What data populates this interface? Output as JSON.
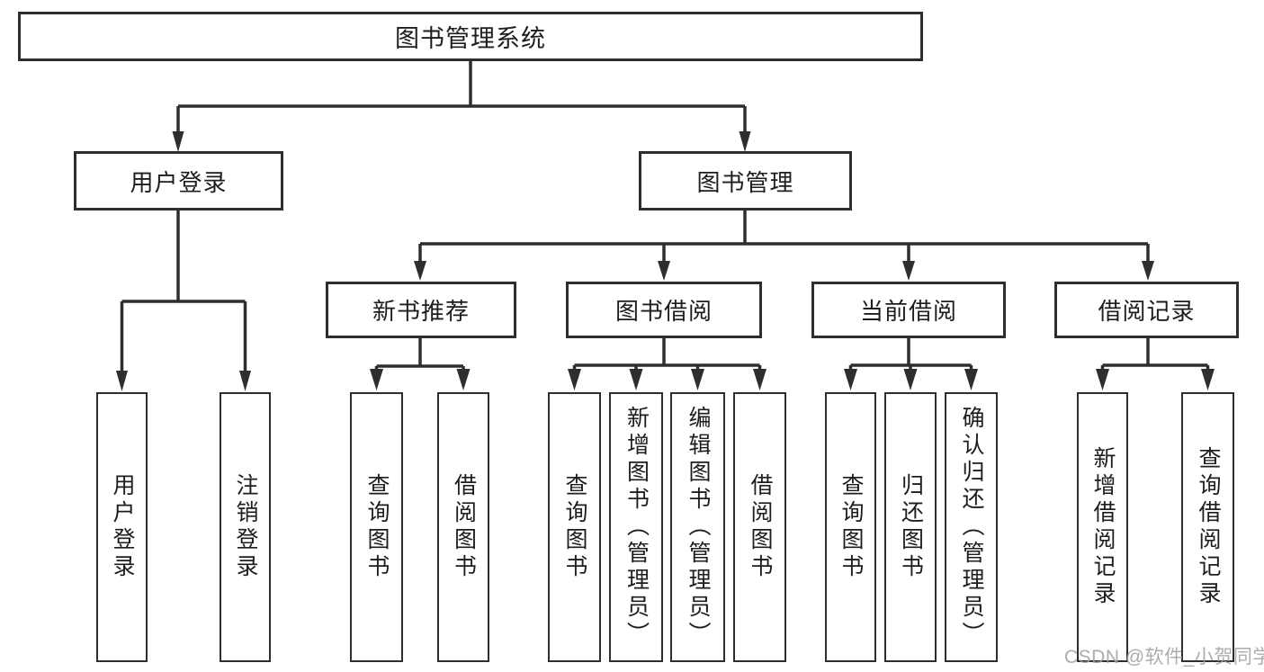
{
  "diagram": {
    "root": {
      "label": "图书管理系统"
    },
    "branches": [
      {
        "label": "用户登录",
        "leaves": [
          {
            "label": "用户登录"
          },
          {
            "label": "注销登录"
          }
        ]
      },
      {
        "label": "图书管理",
        "groups": [
          {
            "label": "新书推荐",
            "leaves": [
              {
                "label": "查询图书"
              },
              {
                "label": "借阅图书"
              }
            ]
          },
          {
            "label": "图书借阅",
            "leaves": [
              {
                "label": "查询图书"
              },
              {
                "label": "新增图书（管理员）"
              },
              {
                "label": "编辑图书（管理员）"
              },
              {
                "label": "借阅图书"
              }
            ]
          },
          {
            "label": "当前借阅",
            "leaves": [
              {
                "label": "查询图书"
              },
              {
                "label": "归还图书"
              },
              {
                "label": "确认归还（管理员）"
              }
            ]
          },
          {
            "label": "借阅记录",
            "leaves": [
              {
                "label": "新增借阅记录"
              },
              {
                "label": "查询借阅记录"
              }
            ]
          }
        ]
      }
    ]
  },
  "watermark": {
    "text": "CSDN @软件_小贺同学"
  },
  "colors": {
    "line": "#2e2e2e",
    "box_border": "#2e2e2e",
    "text": "#1d1d1d",
    "background": "#ffffff",
    "watermark": "#9e9e9e"
  }
}
